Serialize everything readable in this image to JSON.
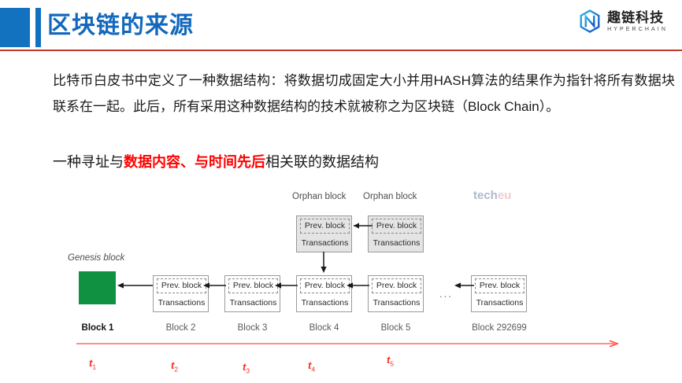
{
  "header": {
    "title": "区块链的来源",
    "accent_blue": "#1272c0",
    "title_color": "#1268bd",
    "rule_color": "#c0392b"
  },
  "logo": {
    "icon": "hyperchain-hex-n-icon",
    "name_cn": "趣链科技",
    "name_en": "HYPERCHAIN"
  },
  "body": {
    "paragraph": "比特币白皮书中定义了一种数据结构：将数据切成固定大小并用HASH算法的结果作为指针将所有数据块联系在一起。此后，所有采用这种数据结构的技术就被称之为区块链（Block Chain）。",
    "highlight_line": {
      "prefix": "一种寻址与",
      "emphasis": "数据内容、与时间先后",
      "suffix": "相关联的数据结构",
      "emphasis_color": "#ff0000"
    }
  },
  "watermark": {
    "part_a": "tech",
    "part_b": "eu"
  },
  "diagram": {
    "genesis_label": "Genesis block",
    "genesis_color": "#109141",
    "orphan_labels": [
      "Orphan block",
      "Orphan block"
    ],
    "block_prev_label": "Prev. block",
    "block_tx_label": "Transactions",
    "ellipsis": "...",
    "block_labels": [
      "Block 1",
      "Block 2",
      "Block 3",
      "Block 4",
      "Block 5",
      "Block 292699"
    ],
    "orphan_blocks": [
      {
        "prev": "Prev. block",
        "tx": "Transactions"
      },
      {
        "prev": "Prev. block",
        "tx": "Transactions"
      }
    ],
    "chain_blocks": [
      {
        "prev": "Prev. block",
        "tx": "Transactions"
      },
      {
        "prev": "Prev. block",
        "tx": "Transactions"
      },
      {
        "prev": "Prev. block",
        "tx": "Transactions"
      },
      {
        "prev": "Prev. block",
        "tx": "Transactions"
      },
      {
        "prev": "Prev. block",
        "tx": "Transactions"
      }
    ]
  },
  "timeline": {
    "color": "#ff2a1f",
    "ticks": [
      "t",
      "t",
      "t",
      "t",
      "t"
    ],
    "tick_subs": [
      "1",
      "2",
      "3",
      "4",
      "5"
    ]
  }
}
